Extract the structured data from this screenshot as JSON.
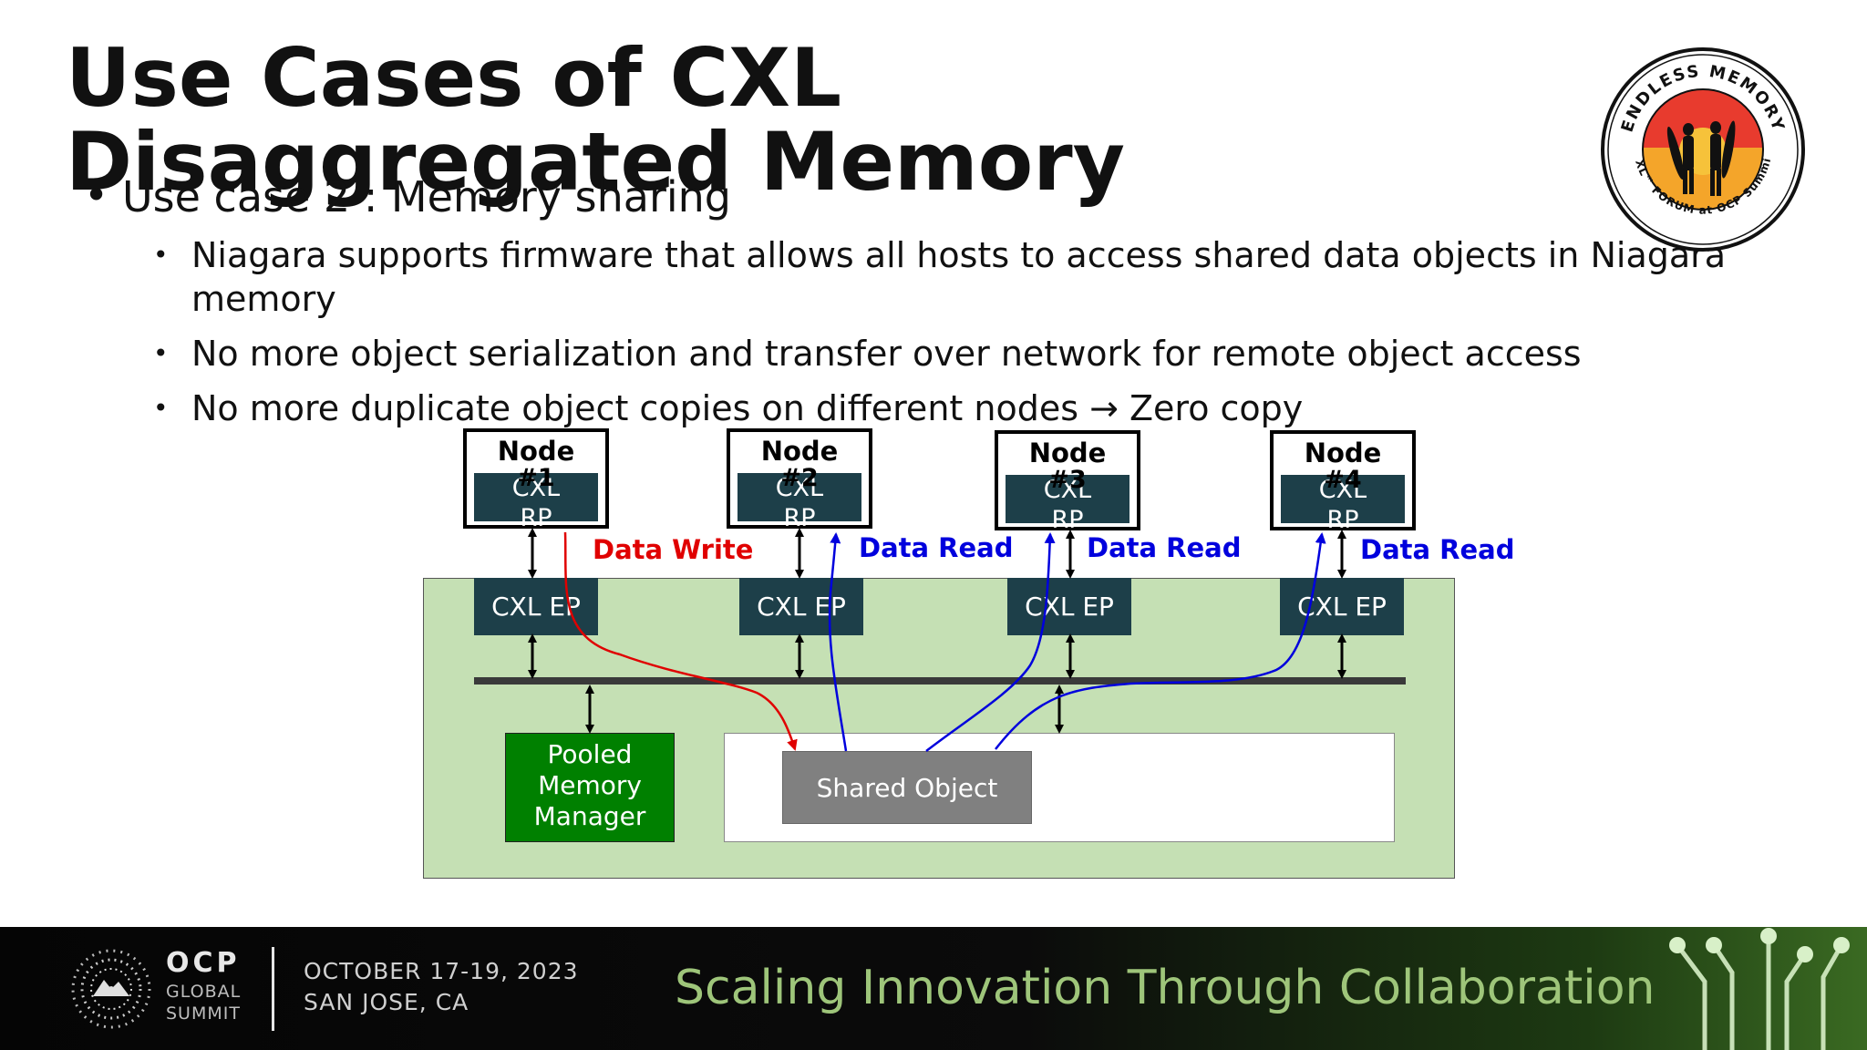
{
  "slide": {
    "title": "Use Cases of CXL Disaggregated Memory",
    "bullet_main": "Use case 2 : Memory sharing",
    "sub_bullets": [
      "Niagara supports firmware that allows all hosts to access shared data objects in Niagara",
      "memory",
      "No more object serialization and transfer over network for remote object access",
      "No more duplicate object copies on different nodes → Zero copy"
    ]
  },
  "diagram": {
    "nodes": [
      {
        "label": "Node",
        "num": "#1",
        "rp_line1": "CXL",
        "rp_line2": "RP"
      },
      {
        "label": "Node",
        "num": "#2",
        "rp_line1": "CXL",
        "rp_line2": "RP"
      },
      {
        "label": "Node",
        "num": "#3",
        "rp_line1": "CXL",
        "rp_line2": "RP"
      },
      {
        "label": "Node",
        "num": "#4",
        "rp_line1": "CXL",
        "rp_line2": "RP"
      }
    ],
    "endpoints": [
      "CXL EP",
      "CXL EP",
      "CXL EP",
      "CXL EP"
    ],
    "flows": [
      "Data Write",
      "Data Read",
      "Data Read",
      "Data Read"
    ],
    "pooled_manager": [
      "Pooled",
      "Memory",
      "Manager"
    ],
    "shared_object": "Shared Object",
    "colors": {
      "write": "#e00000",
      "read": "#0000dd",
      "box_dark": "#1d3f49",
      "green_area": "#c5e0b4",
      "pmm": "#008000"
    }
  },
  "badge": {
    "top_text": "ENDLESS MEMORY",
    "bottom_text": "CXL™ FORUM at OCP Summit"
  },
  "footer": {
    "org_name": "OCP",
    "org_sub1": "GLOBAL",
    "org_sub2": "SUMMIT",
    "date": "OCTOBER 17-19, 2023",
    "location": "SAN JOSE, CA",
    "tagline": "Scaling Innovation Through Collaboration"
  }
}
